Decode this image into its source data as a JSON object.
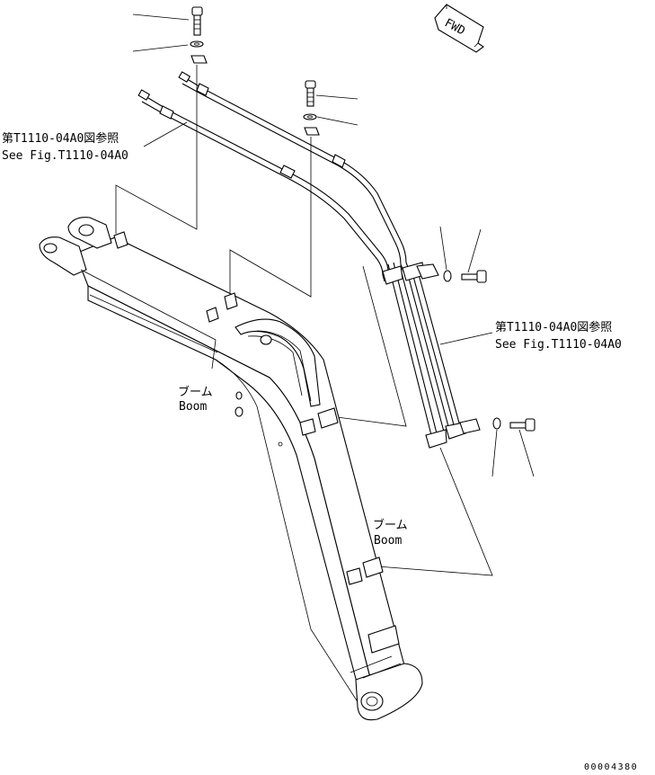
{
  "labels": {
    "ref_top_jp": "第T1110-04A0図参照",
    "ref_top_en": "See Fig.T1110-04A0",
    "ref_right_jp": "第T1110-04A0図参照",
    "ref_right_en": "See Fig.T1110-04A0",
    "boom_upper_jp": "ブーム",
    "boom_upper_en": "Boom",
    "boom_lower_jp": "ブーム",
    "boom_lower_en": "Boom",
    "fwd": "FWD",
    "drawing_code": "00004380"
  },
  "icons": {
    "fwd_arrow": "fwd-arrow-icon"
  }
}
